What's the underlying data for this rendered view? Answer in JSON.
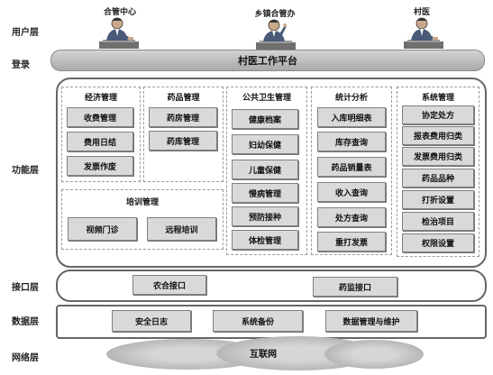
{
  "layers": {
    "user": "用户层",
    "login": "登录",
    "function": "功能层",
    "interface": "接口层",
    "data": "数据层",
    "network": "网络层"
  },
  "roles": [
    "合管中心",
    "乡镇合管办",
    "村医"
  ],
  "platform_title": "村医工作平台",
  "groups": {
    "economy": {
      "title": "经济管理",
      "items": [
        "收费管理",
        "费用日结",
        "发票作废"
      ]
    },
    "pharmacy": {
      "title": "药品管理",
      "items": [
        "药房管理",
        "药库管理"
      ]
    },
    "training": {
      "title": "培训管理",
      "items": [
        "视频门诊",
        "远程培训"
      ]
    },
    "public_health": {
      "title": "公共卫生管理",
      "items": [
        "健康档案",
        "妇幼保健",
        "儿童保健",
        "慢病管理",
        "预防接种",
        "体检管理"
      ]
    },
    "statistics": {
      "title": "统计分析",
      "items": [
        "入库明细表",
        "库存查询",
        "药品销量表",
        "收入查询",
        "处方查询",
        "重打发票"
      ]
    },
    "system": {
      "title": "系统管理",
      "items": [
        "协定处方",
        "报表费用归类",
        "发票费用归类",
        "药品品种",
        "打折设置",
        "检治项目",
        "权限设置"
      ]
    }
  },
  "interfaces": [
    "农合接口",
    "药监接口"
  ],
  "data_items": [
    "安全日志",
    "系统备份",
    "数据管理与维护"
  ],
  "network_label": "互联网"
}
